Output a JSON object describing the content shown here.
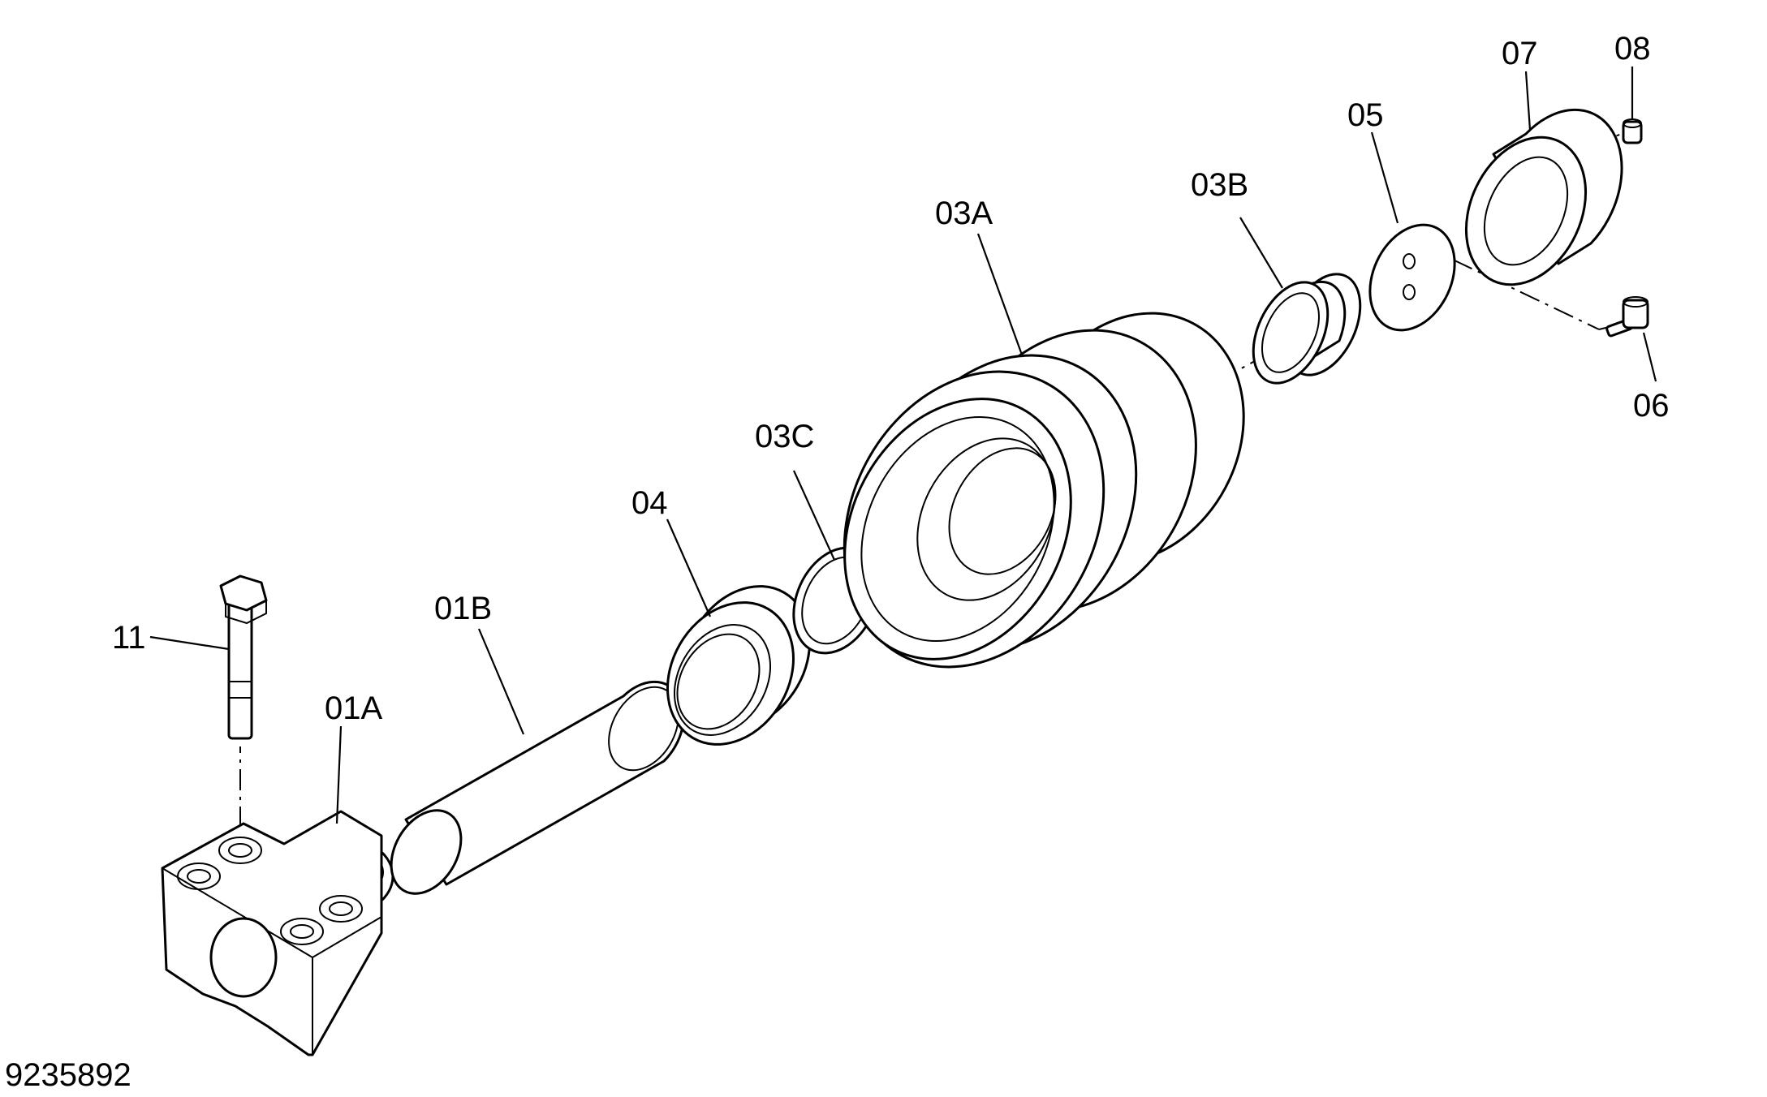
{
  "drawing_number": "9235892",
  "labels": {
    "p01A": "01A",
    "p01B": "01B",
    "p03A": "03A",
    "p03B": "03B",
    "p03C": "03C",
    "p04": "04",
    "p05": "05",
    "p06": "06",
    "p07": "07",
    "p08": "08",
    "p11": "11"
  }
}
